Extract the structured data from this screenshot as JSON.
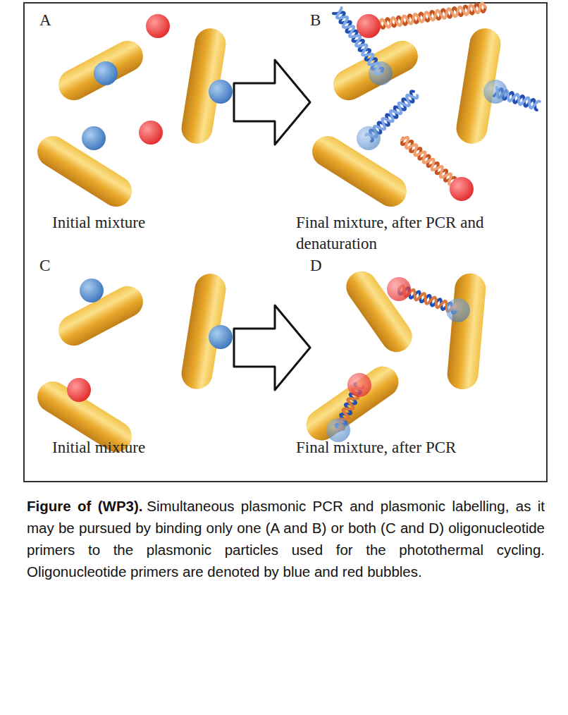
{
  "diagram": {
    "title": "Figure of (WP3).",
    "caption": "Simultaneous plasmonic PCR and plasmonic labelling, as it may be pursued by binding only one (A and B) or both (C and D) oligonucleotide primers to the plasmonic particles used for the photothermal cycling. Oligonucleotide primers are denoted by blue and red bubbles.",
    "labels": [
      "A",
      "Initial mixture",
      "B",
      "Final mixture, after PCR and denaturation",
      "C",
      "Initial mixture",
      "D",
      "Final mixture, after PCR"
    ]
  }
}
